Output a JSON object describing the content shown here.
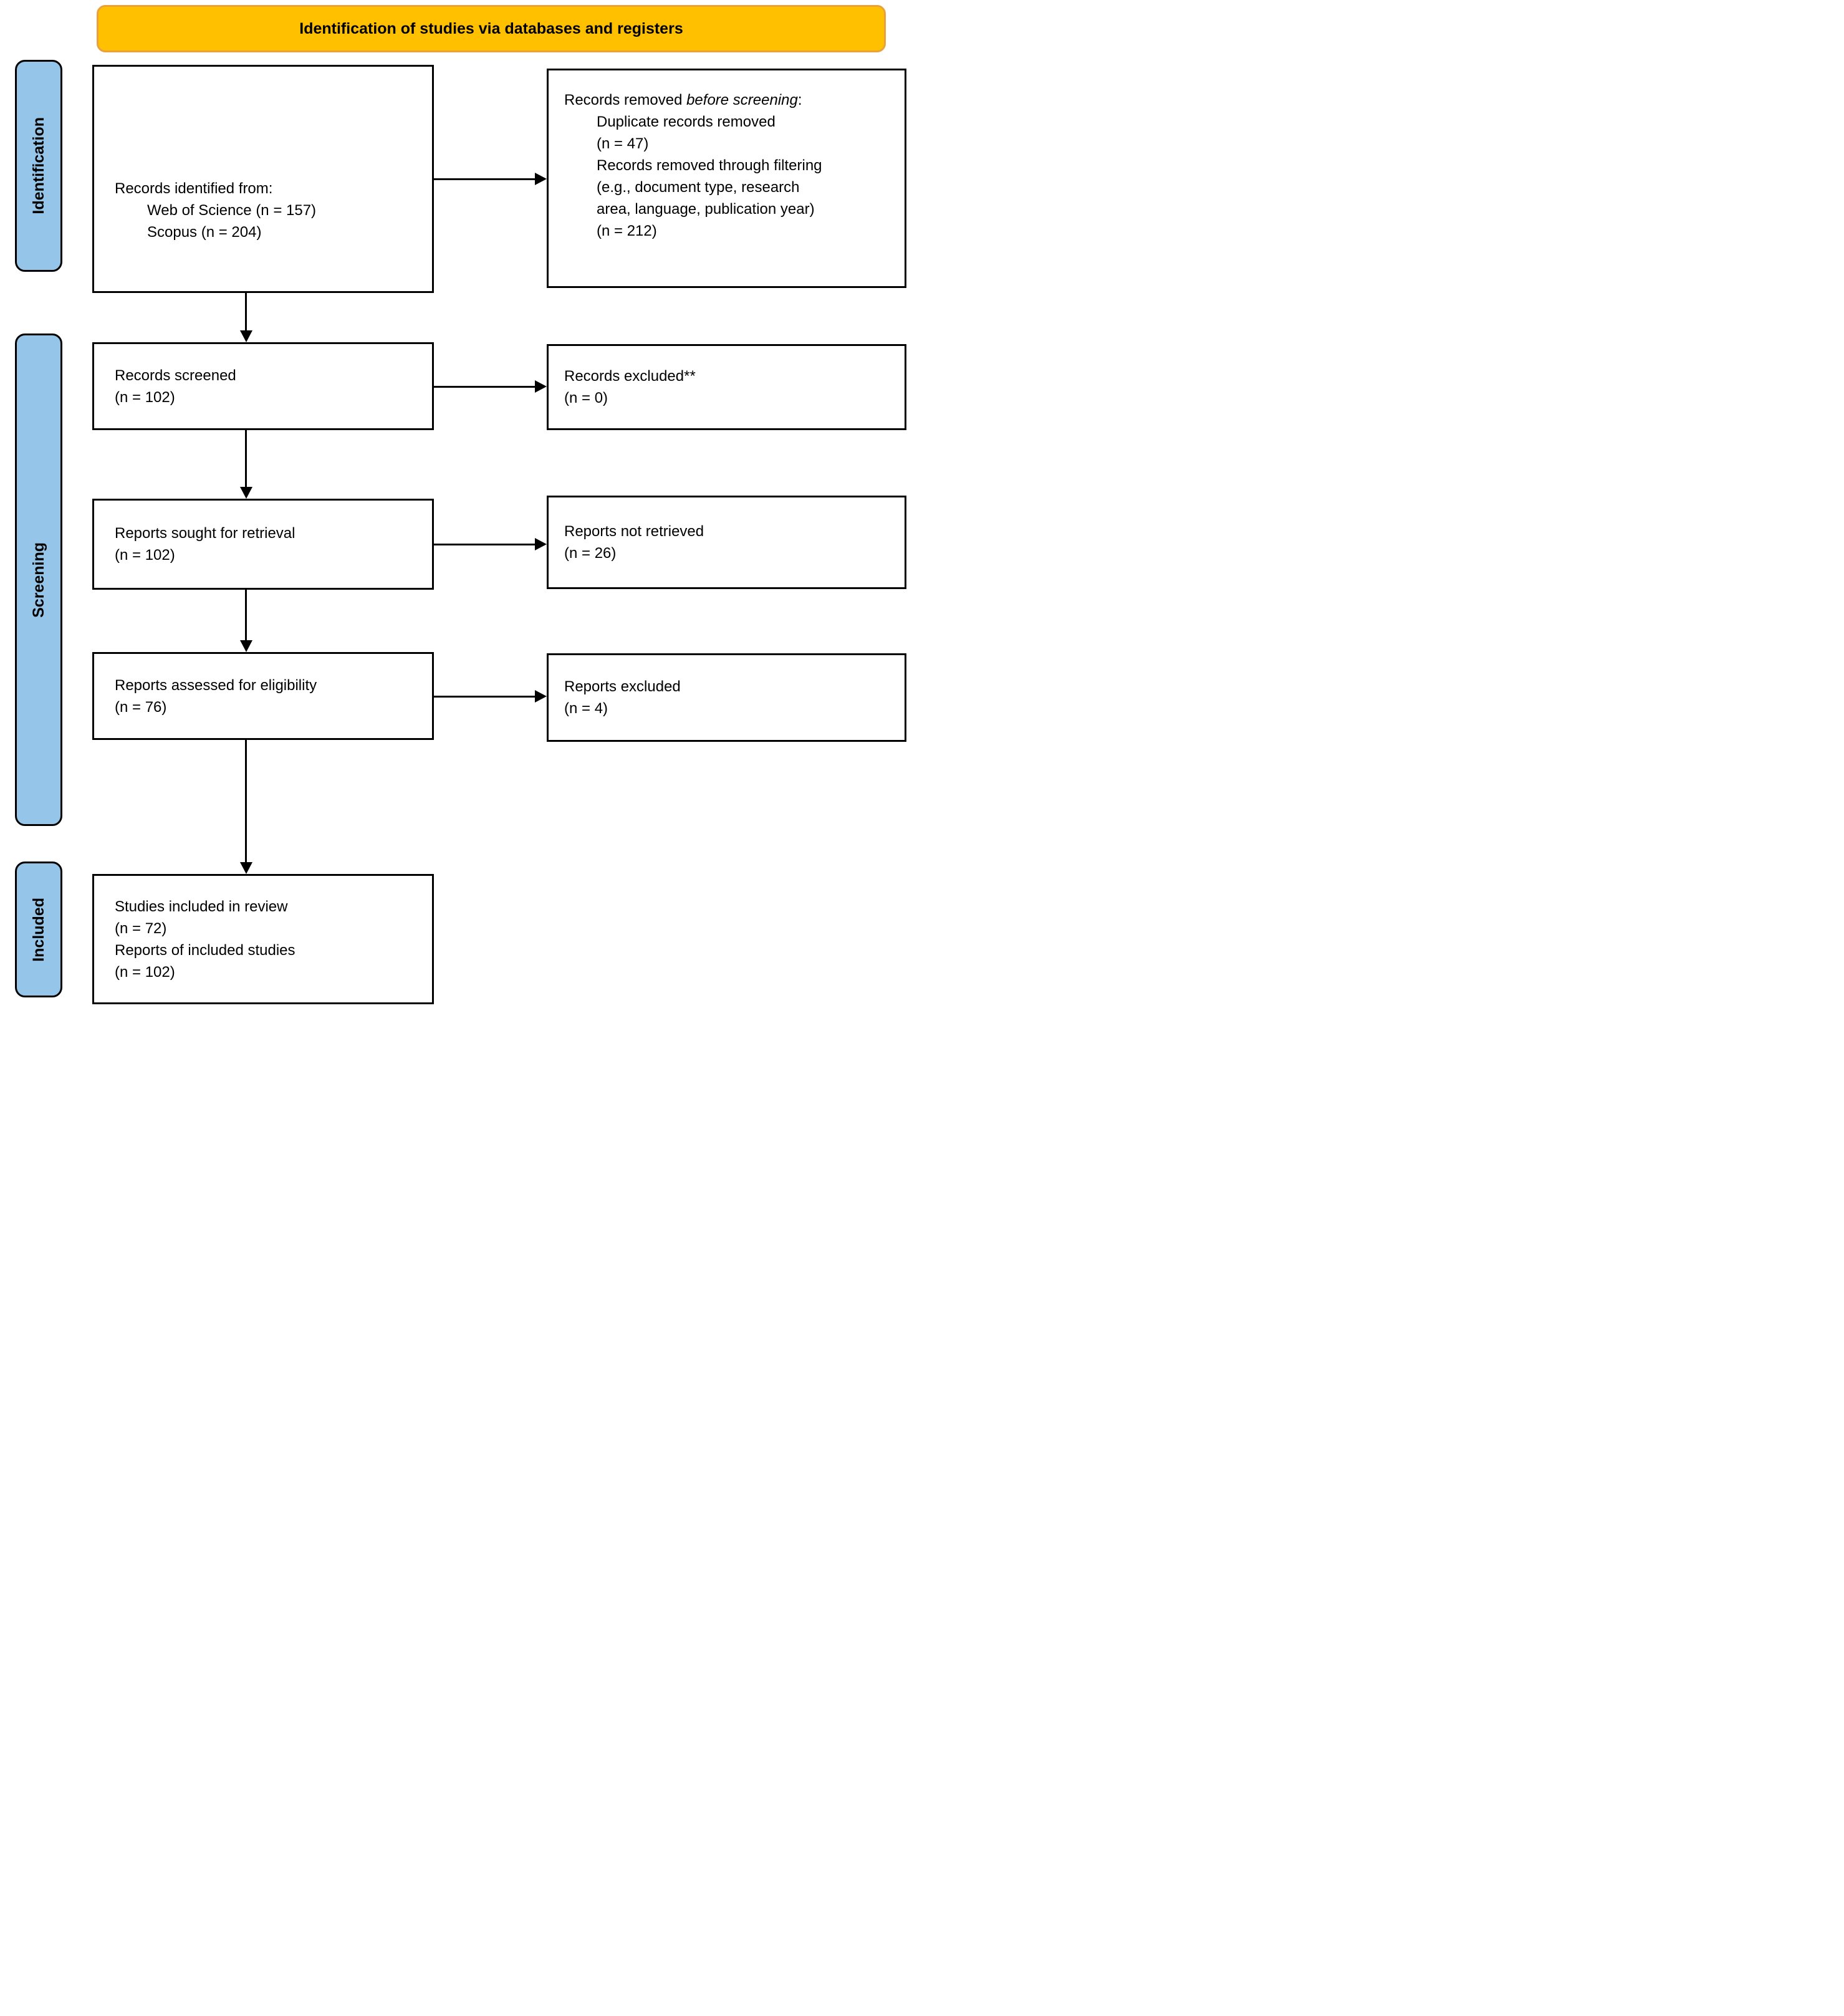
{
  "banner": {
    "title": "Identification of studies via databases and registers"
  },
  "colors": {
    "banner_bg": "#FFC000",
    "banner_border": "#E9A23B",
    "stage_bg": "#95C5E8",
    "box_border": "#000000"
  },
  "stages": {
    "identification": "Identification",
    "screening": "Screening",
    "included": "Included"
  },
  "boxes": {
    "records_identified": {
      "lines": [
        {
          "text": "Records identified from:",
          "indent": false
        },
        {
          "text": "Web of Science (n = 157)",
          "indent": true
        },
        {
          "text": "Scopus (n = 204)",
          "indent": true
        }
      ]
    },
    "records_removed": {
      "header_prefix": "Records removed ",
      "header_italic": "before screening",
      "header_suffix": ":",
      "lines": [
        {
          "text": "Duplicate records removed",
          "indent": true
        },
        {
          "text": "(n = 47)",
          "indent": true
        },
        {
          "text": "Records removed through filtering",
          "indent": true
        },
        {
          "text": "(e.g., document type, research",
          "indent": true
        },
        {
          "text": "area, language, publication year)",
          "indent": true
        },
        {
          "text": "(n = 212)",
          "indent": true
        }
      ]
    },
    "records_screened": {
      "lines": [
        {
          "text": "Records screened",
          "indent": false
        },
        {
          "text": "(n = 102)",
          "indent": false
        }
      ]
    },
    "records_excluded": {
      "lines": [
        {
          "text": "Records excluded**",
          "indent": false
        },
        {
          "text": "(n = 0)",
          "indent": false
        }
      ]
    },
    "reports_sought": {
      "lines": [
        {
          "text": "Reports sought for retrieval",
          "indent": false
        },
        {
          "text": "(n = 102)",
          "indent": false
        }
      ]
    },
    "reports_not_retrieved": {
      "lines": [
        {
          "text": "Reports not retrieved",
          "indent": false
        },
        {
          "text": "(n = 26)",
          "indent": false
        }
      ]
    },
    "reports_assessed": {
      "lines": [
        {
          "text": "Reports assessed for eligibility",
          "indent": false
        },
        {
          "text": "(n = 76)",
          "indent": false
        }
      ]
    },
    "reports_excluded": {
      "lines": [
        {
          "text": "Reports excluded",
          "indent": false
        },
        {
          "text": "(n = 4)",
          "indent": false
        }
      ]
    },
    "studies_included": {
      "lines": [
        {
          "text": "Studies included in review",
          "indent": false
        },
        {
          "text": "(n = 72)",
          "indent": false
        },
        {
          "text": "Reports of included studies",
          "indent": false
        },
        {
          "text": "(n = 102)",
          "indent": false
        }
      ]
    }
  }
}
